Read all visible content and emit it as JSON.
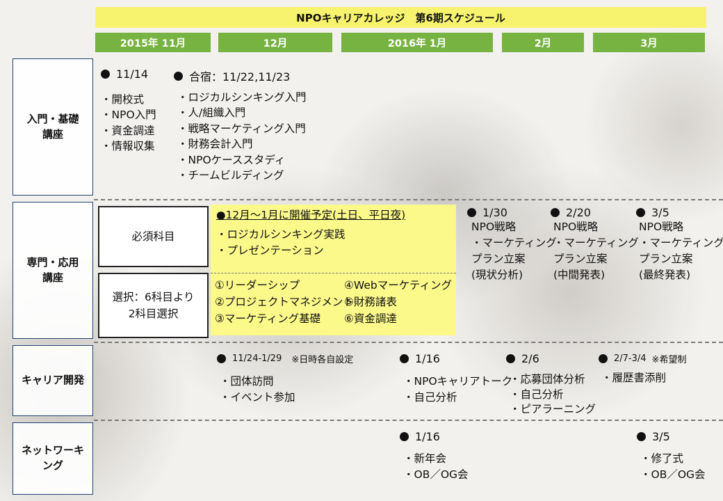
{
  "title": "NPOキャリアカレッジ　第6期スケジュール",
  "months": [
    "2015年 11月",
    "12月",
    "2016年 1月",
    "2月",
    "3月"
  ],
  "rows": {
    "intro": "入門・基礎\n講座",
    "advanced": "専門・応用\n講座",
    "career": "キャリア開発",
    "network": "ネットワーキ\nング"
  },
  "intro": {
    "date1": "11/14",
    "date2": "合宿：11/22,11/23",
    "list1": [
      "・開校式",
      "・NPO入門",
      "・資金調達",
      "・情報収集"
    ],
    "list2": [
      "・ロジカルシンキング入門",
      "・人/組織入門",
      "・戦略マーケティング入門",
      "・財務会計入門",
      "・NPOケーススタディ",
      "・チームビルディング"
    ]
  },
  "advanced": {
    "required_label": "必須科目",
    "elective_label": "選択：6科目より\n2科目選択",
    "schedule_note": "●12月～1月に開催予定(土日、平日夜)",
    "required_items": [
      "・ロジカルシンキング実践",
      "・プレゼンテーション"
    ],
    "elective_left": [
      "①リーダーシップ",
      "②プロジェクトマネジメント",
      "③マーケティング基礎"
    ],
    "elective_right": [
      "④Webマーケティング",
      "⑤財務諸表",
      "⑥資金調達"
    ],
    "sessions": [
      {
        "date": "1/30",
        "lines": [
          "NPO戦略",
          "・マーケティング",
          "プラン立案",
          "(現状分析)"
        ]
      },
      {
        "date": "2/20",
        "lines": [
          "NPO戦略",
          "・マーケティング",
          "プラン立案",
          "(中間発表)"
        ]
      },
      {
        "date": "3/5",
        "lines": [
          "NPO戦略",
          "・マーケティング",
          "プラン立案",
          "(最終発表)"
        ]
      }
    ]
  },
  "career": {
    "e1_date": "11/24-1/29",
    "e1_note": "※日時各自設定",
    "e1_items": [
      "・団体訪問",
      "・イベント参加"
    ],
    "e2_date": "1/16",
    "e2_items": [
      "・NPOキャリアトーク",
      "・自己分析"
    ],
    "e3_date": "2/6",
    "e3_items": [
      "・応募団体分析",
      "・自己分析",
      "・ピアラーニング"
    ],
    "e4_date": "2/7-3/4",
    "e4_note": "※希望制",
    "e4_items": [
      "・履歴書添削"
    ]
  },
  "network": {
    "n1_date": "1/16",
    "n1_items": [
      "・新年会",
      "・OB／OG会"
    ],
    "n2_date": "3/5",
    "n2_items": [
      "・修了式",
      "・OB／OG会"
    ]
  },
  "colors": {
    "title_bg": "#f7f36e",
    "month_bg": "#77b341",
    "highlight_bg": "#fbf98a",
    "label_border": "#1f3f6e"
  }
}
